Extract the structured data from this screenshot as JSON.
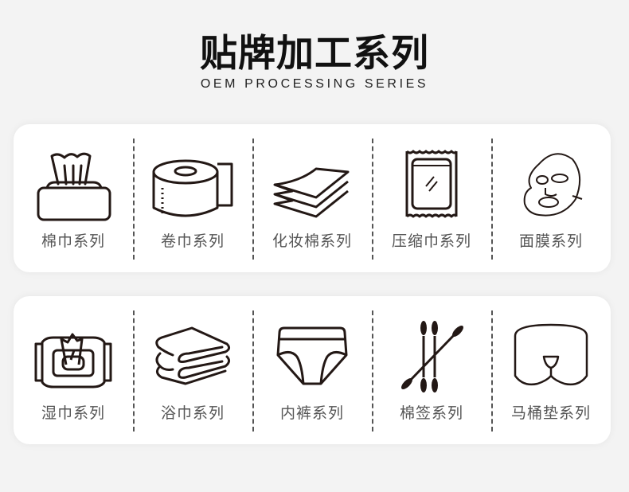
{
  "header": {
    "title": "贴牌加工系列",
    "subtitle": "OEM PROCESSING SERIES"
  },
  "rows": [
    {
      "items": [
        {
          "label": "棉巾系列",
          "icon": "tissue-box-icon"
        },
        {
          "label": "卷巾系列",
          "icon": "paper-roll-icon"
        },
        {
          "label": "化妆棉系列",
          "icon": "cotton-pads-icon"
        },
        {
          "label": "压缩巾系列",
          "icon": "compressed-towel-pack-icon"
        },
        {
          "label": "面膜系列",
          "icon": "face-mask-icon"
        }
      ]
    },
    {
      "items": [
        {
          "label": "湿巾系列",
          "icon": "wet-wipes-pack-icon"
        },
        {
          "label": "浴巾系列",
          "icon": "folded-towel-icon"
        },
        {
          "label": "内裤系列",
          "icon": "underwear-icon"
        },
        {
          "label": "棉签系列",
          "icon": "cotton-swabs-icon"
        },
        {
          "label": "马桶垫系列",
          "icon": "toilet-seat-cover-icon"
        }
      ]
    }
  ],
  "colors": {
    "background": "#f3f3f3",
    "card": "#ffffff",
    "title": "#111111",
    "label": "#555555",
    "icon_stroke": "#231815"
  }
}
